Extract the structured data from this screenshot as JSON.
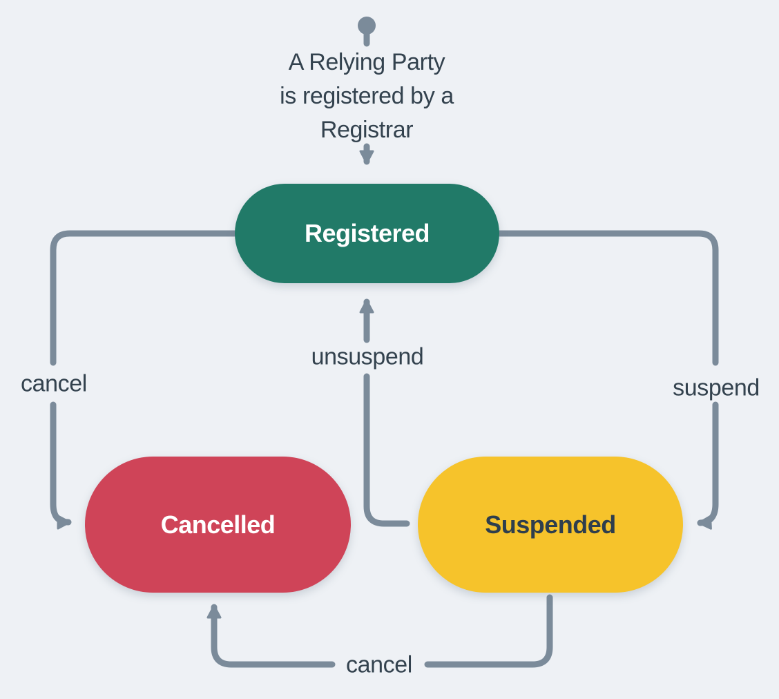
{
  "diagram": {
    "note": {
      "lines": [
        "A Relying Party",
        "is registered by a",
        "Registrar"
      ]
    },
    "states": [
      {
        "id": "registered",
        "label": "Registered",
        "color": "#217a68",
        "text_color": "#ffffff"
      },
      {
        "id": "cancelled",
        "label": "Cancelled",
        "color": "#cf4458",
        "text_color": "#ffffff"
      },
      {
        "id": "suspended",
        "label": "Suspended",
        "color": "#f6c32b",
        "text_color": "#2e3e4d"
      }
    ],
    "transitions": [
      {
        "from": "registered",
        "to": "cancelled",
        "label": "cancel"
      },
      {
        "from": "registered",
        "to": "suspended",
        "label": "suspend"
      },
      {
        "from": "suspended",
        "to": "registered",
        "label": "unsuspend"
      },
      {
        "from": "suspended",
        "to": "cancelled",
        "label": "cancel"
      }
    ],
    "colors": {
      "background": "#eef1f5",
      "connector": "#7b8b9a",
      "label_text": "#33424e"
    }
  }
}
